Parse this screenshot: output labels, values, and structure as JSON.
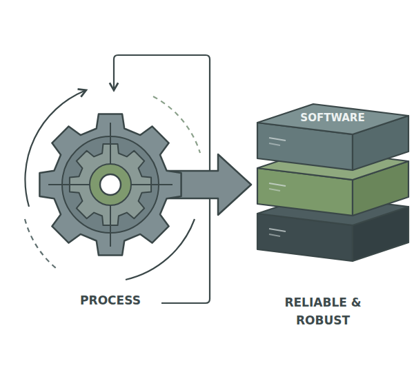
{
  "diagram": {
    "nodes": [
      {
        "text": [
          "PROCESS"
        ]
      },
      {
        "text": [
          "SOFTWARE",
          "RELIABLE & ROBUST"
        ]
      }
    ],
    "edges": [
      {
        "from": 0,
        "to": 1,
        "arrow": "to"
      }
    ]
  }
}
